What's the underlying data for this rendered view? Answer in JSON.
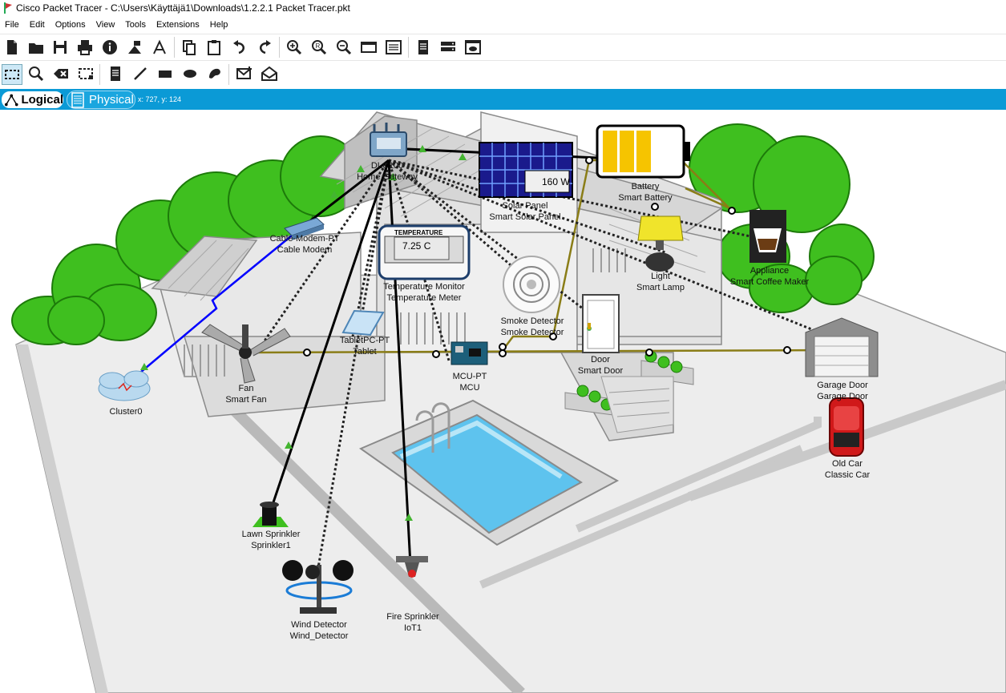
{
  "window": {
    "title": "Cisco Packet Tracer - C:\\Users\\Käyttäjä1\\Downloads\\1.2.2.1 Packet Tracer.pkt"
  },
  "menu": [
    "File",
    "Edit",
    "Options",
    "View",
    "Tools",
    "Extensions",
    "Help"
  ],
  "tabs": {
    "logical": "Logical",
    "physical": "Physical"
  },
  "cursor_readout": "x: 727, y: 124",
  "devices": {
    "gateway": {
      "model": "DLC100",
      "name": "Home Gateway"
    },
    "solar": {
      "model": "Solar Panel",
      "name": "Smart Solar Panel",
      "power": "160 W"
    },
    "battery": {
      "model": "Battery",
      "name": "Smart Battery"
    },
    "cable_modem": {
      "model": "Cable-Modem-PT",
      "name": "Cable Modem"
    },
    "temp": {
      "model": "Temperature Monitor",
      "name": "Temperature Meter",
      "header": "TEMPERATURE",
      "value": "7.25 C"
    },
    "light": {
      "model": "Light",
      "name": "Smart Lamp"
    },
    "coffee": {
      "model": "Appliance",
      "name": "Smart Coffee Maker"
    },
    "smoke": {
      "model": "Smoke Detector",
      "name": "Smoke Detector"
    },
    "tablet": {
      "model": "TabletPC-PT",
      "name": "Tablet"
    },
    "mcu": {
      "model": "MCU-PT",
      "name": "MCU"
    },
    "door": {
      "model": "Door",
      "name": "Smart Door"
    },
    "garage": {
      "model": "Garage Door",
      "name": "Garage Door"
    },
    "fan": {
      "model": "Fan",
      "name": "Smart Fan"
    },
    "cluster": {
      "name": "Cluster0"
    },
    "car": {
      "model": "Old Car",
      "name": "Classic Car"
    },
    "lawn": {
      "model": "Lawn Sprinkler",
      "name": "Sprinkler1"
    },
    "wind": {
      "model": "Wind Detector",
      "name": "Wind_Detector"
    },
    "fire": {
      "model": "Fire Sprinkler",
      "name": "IoT1"
    }
  },
  "colors": {
    "accent": "#0b9ad6",
    "tree": "#3fbf1f",
    "iot_link": "#8a7d17",
    "fiber": "#0000ff"
  }
}
